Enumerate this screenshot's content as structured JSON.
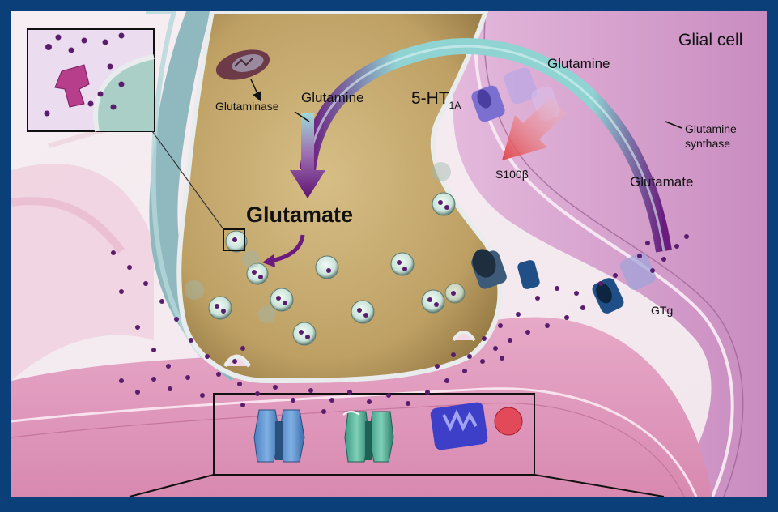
{
  "labels": {
    "glial_cell": "Glial cell",
    "glutamine_left": "Glutamine",
    "glutamine_right": "Glutamine",
    "glutaminase": "Glutaminase",
    "receptor_5ht": "5-HT",
    "receptor_5ht_sub": "1A",
    "s100b": "S100β",
    "glutamine_synthase_line1": "Glutamine",
    "glutamine_synthase_line2": "synthase",
    "glutamate_right": "Glutamate",
    "glutamate_center": "Glutamate",
    "gtg": "GTg"
  },
  "colors": {
    "frame": "#0b3f7a",
    "neuron_body": "#c6ab6e",
    "glial_body": "#d9a6cf",
    "glutamate_dot": "#5a1d6e",
    "arrow_teal": "#7fc6c6",
    "arrow_purple": "#6a1b7d",
    "s100b_arrow": "#e0454a"
  }
}
